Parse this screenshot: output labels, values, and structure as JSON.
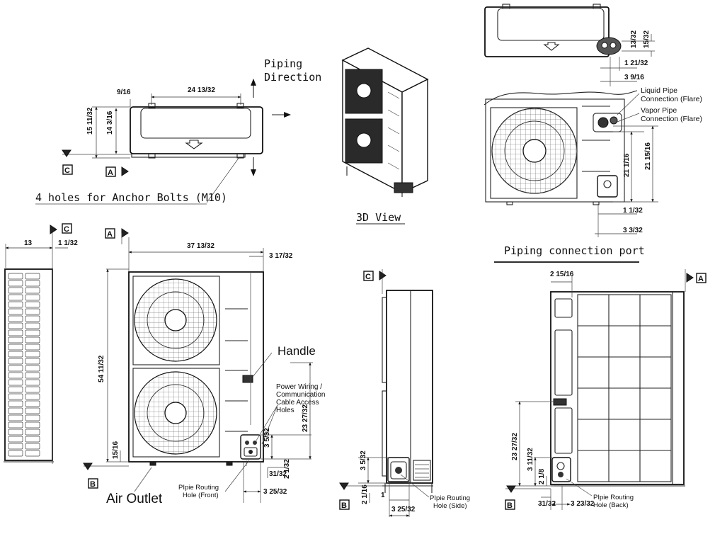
{
  "labels": {
    "piping_direction_line1": "Piping",
    "piping_direction_line2": "Direction",
    "anchor_bolts": "4 holes for Anchor Bolts (M10)",
    "view_3d": "3D View",
    "liquid_pipe_line1": "Liquid Pipe",
    "liquid_pipe_line2": "Connection (Flare)",
    "vapor_pipe_line1": "Vapor Pipe",
    "vapor_pipe_line2": "Connection (Flare)",
    "piping_connection_port": "Piping connection port",
    "handle": "Handle",
    "power_wiring_line1": "Power Wiring /",
    "power_wiring_line2": "Communication",
    "power_wiring_line3": "Cable Access",
    "power_wiring_line4": "Holes",
    "air_outlet": "Air Outlet",
    "pipe_front_line1": "PIpie Routing",
    "pipe_front_line2": "Hole (Front)",
    "pipe_side_line1": "PIpie Routing",
    "pipe_side_line2": "Hole (Side)",
    "pipe_back_line1": "PIpie Routing",
    "pipe_back_line2": "Hole (Back)"
  },
  "view_markers": {
    "a": "A",
    "b": "B",
    "c": "C"
  },
  "dimensions": {
    "top_width": "24 13/32",
    "top_offset": "9/16",
    "top_depth_outer": "15 11/32",
    "top_depth_inner": "14 3/16",
    "port_h1": "13/32",
    "port_h2": "15/32",
    "port_d1": "1 21/32",
    "port_d2": "3 9/16",
    "port_v1": "21 1/16",
    "port_v2": "21 15/16",
    "port_v3": "1 1/32",
    "port_v4": "3 3/32",
    "side_depth": "13",
    "side_offset": "1 1/32",
    "front_width": "37 13/32",
    "front_offset": "3 17/32",
    "front_height": "54 11/32",
    "front_base": "15/16",
    "front_hole_v1": "3 5/32",
    "front_hole_v2": "23 27/32",
    "front_bottom1": "31/32",
    "front_bottom2": "2 1/32",
    "front_bottom3": "3 25/32",
    "side2_v1": "3 5/32",
    "side2_v2": "2 1/16",
    "side2_h1": "1",
    "side2_h2": "3 25/32",
    "back_top": "2 15/16",
    "back_v1": "23 27/32",
    "back_v2": "3 11/32",
    "back_v3": "2 1/8",
    "back_h1": "31/32",
    "back_h2": "3 23/32"
  }
}
